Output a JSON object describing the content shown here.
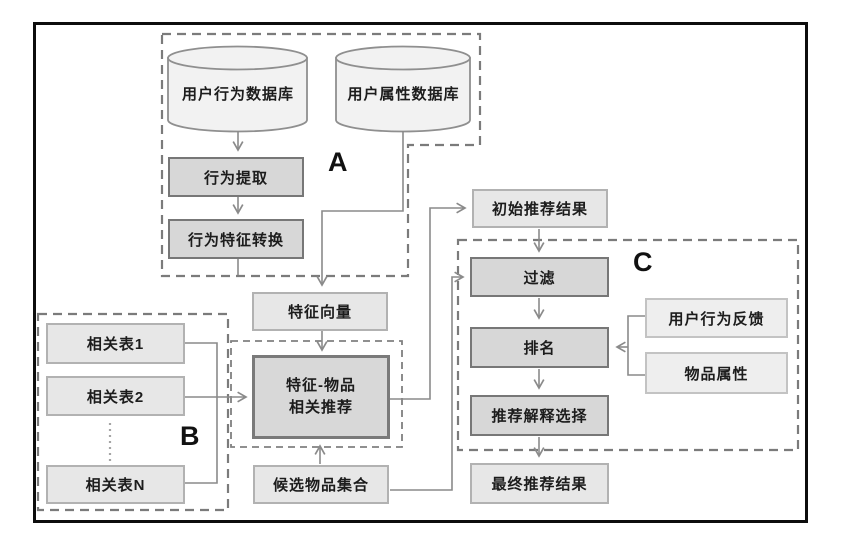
{
  "diagram": {
    "groups": {
      "a": {
        "label": "A"
      },
      "b": {
        "label": "B"
      },
      "c": {
        "label": "C"
      }
    },
    "nodes": {
      "user_behavior_db": {
        "label": "用户行为数据库",
        "shape": "cylinder"
      },
      "user_attribute_db": {
        "label": "用户属性数据库",
        "shape": "cylinder"
      },
      "behavior_extraction": {
        "label": "行为提取"
      },
      "behavior_feature_conversion": {
        "label": "行为特征转换"
      },
      "feature_vector": {
        "label": "特征向量"
      },
      "feature_item_recommendation": {
        "label": "特征-物品\n相关推荐"
      },
      "candidate_item_set": {
        "label": "候选物品集合"
      },
      "related_table_1": {
        "label": "相关表1"
      },
      "related_table_2": {
        "label": "相关表2"
      },
      "related_table_n": {
        "label": "相关表N"
      },
      "initial_recommendation_result": {
        "label": "初始推荐结果"
      },
      "filter": {
        "label": "过滤"
      },
      "ranking": {
        "label": "排名"
      },
      "explanation_selection": {
        "label": "推荐解释选择"
      },
      "final_recommendation_result": {
        "label": "最终推荐结果"
      },
      "user_behavior_feedback": {
        "label": "用户行为反馈"
      },
      "item_attributes": {
        "label": "物品属性"
      }
    },
    "colors": {
      "frame_border": "#0d0d0d",
      "dashed_outline": "#7b7b7b",
      "connector_line": "#8a8a8a",
      "shaded_fill": "#d7d7d7",
      "light_fill": "#e7e7e7",
      "xlight_fill": "#eeeeee",
      "cylinder_fill": "#f2f2f2"
    }
  }
}
